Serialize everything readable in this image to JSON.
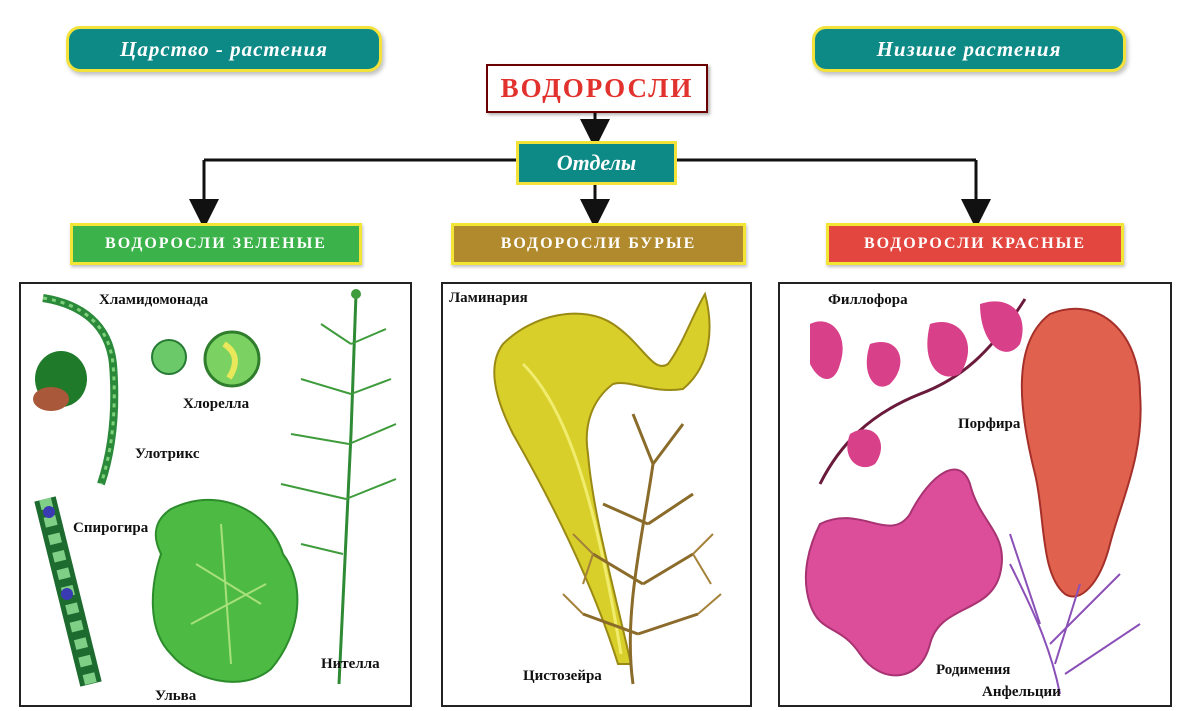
{
  "header": {
    "kingdom": "Царство - растения",
    "lower_plants": "Низшие растения"
  },
  "root": "ВОДОРОСЛИ",
  "divisions": "Отделы",
  "groups": {
    "green": "ВОДОРОСЛИ ЗЕЛЕНЫЕ",
    "brown": "ВОДОРОСЛИ БУРЫЕ",
    "red": "ВОДОРОСЛИ КРАСНЫЕ"
  },
  "green_panel": {
    "chlamydomonas": "Хламидомонада",
    "chlorella": "Хлорелла",
    "ulothrix": "Улотрикс",
    "spirogyra": "Спирогира",
    "ulva": "Ульва",
    "nitella": "Нителла"
  },
  "brown_panel": {
    "laminaria": "Ламинария",
    "cystoseira": "Цистозейра"
  },
  "red_panel": {
    "phyllophora": "Филлофора",
    "porphyra": "Порфира",
    "rhodymenia": "Родимения",
    "ahnfeltia": "Анфельции"
  },
  "colors": {
    "teal": "#0e8a86",
    "yellow_border": "#f2e23a",
    "green_group": "#3bb24a",
    "brown_group": "#b18a2e",
    "red_group": "#e2463f",
    "root_text": "#e2322e"
  }
}
